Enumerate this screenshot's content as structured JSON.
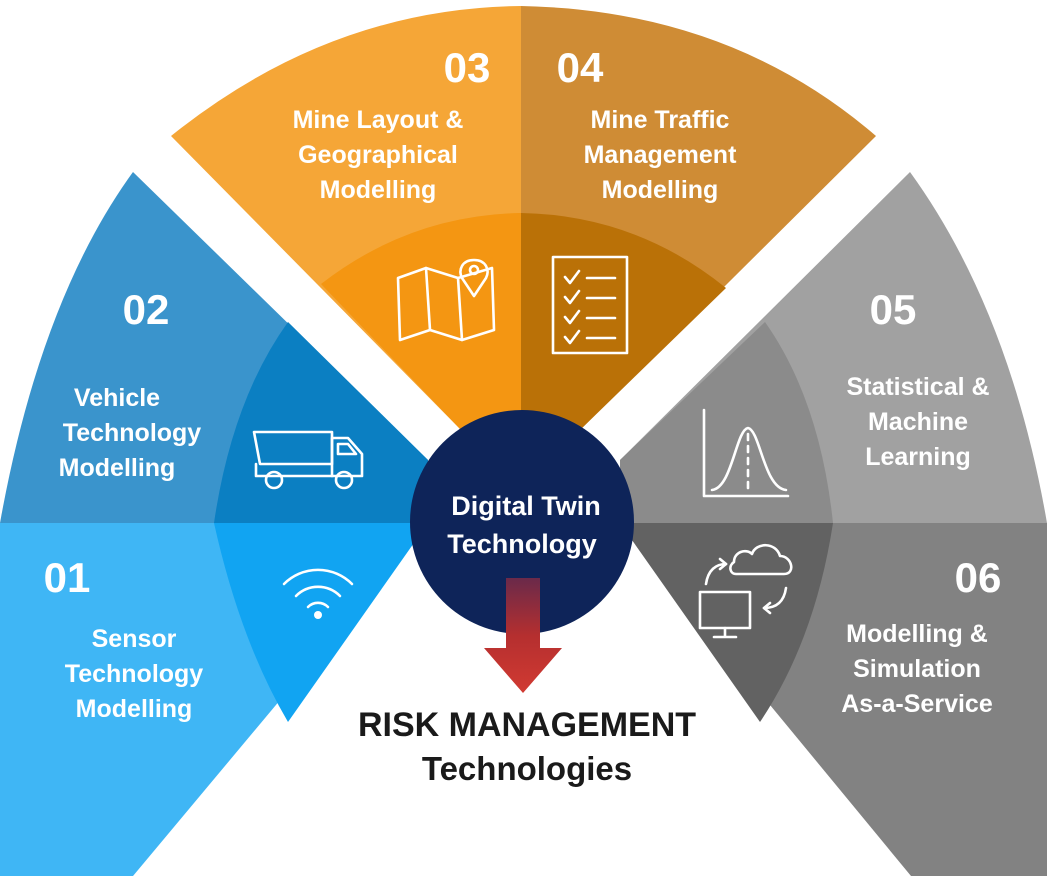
{
  "hub": {
    "line1": "Digital Twin",
    "line2": "Technology"
  },
  "outcome": {
    "line1": "RISK MANAGEMENT",
    "line2": "Technologies"
  },
  "segments": [
    {
      "number": "01",
      "lines": [
        "Sensor",
        "Technology",
        "Modelling"
      ],
      "icon": "wifi-icon",
      "color_outer": "#3fb6f5",
      "color_inner": "#11a4f2"
    },
    {
      "number": "02",
      "lines": [
        "Vehicle",
        "Technology",
        "Modelling"
      ],
      "icon": "dump-truck-icon",
      "color_outer": "#3a94cc",
      "color_inner": "#0b7fc2"
    },
    {
      "number": "03",
      "lines": [
        "Mine Layout &",
        "Geographical",
        "Modelling"
      ],
      "icon": "map-pin-icon",
      "color_outer": "#f5a637",
      "color_inner": "#f49612"
    },
    {
      "number": "04",
      "lines": [
        "Mine Traffic",
        "Management",
        "Modelling"
      ],
      "icon": "checklist-icon",
      "color_outer": "#cf8c35",
      "color_inner": "#ba7107"
    },
    {
      "number": "05",
      "lines": [
        "Statistical &",
        "Machine",
        "Learning"
      ],
      "icon": "bell-curve-icon",
      "color_outer": "#a1a1a1",
      "color_inner": "#8b8b8b"
    },
    {
      "number": "06",
      "lines": [
        "Modelling &",
        "Simulation",
        "As-a-Service"
      ],
      "icon": "cloud-monitor-sync-icon",
      "color_outer": "#828282",
      "color_inner": "#626262"
    }
  ],
  "colors": {
    "hub": "#0e2459",
    "arrow": "#b52f2f"
  }
}
